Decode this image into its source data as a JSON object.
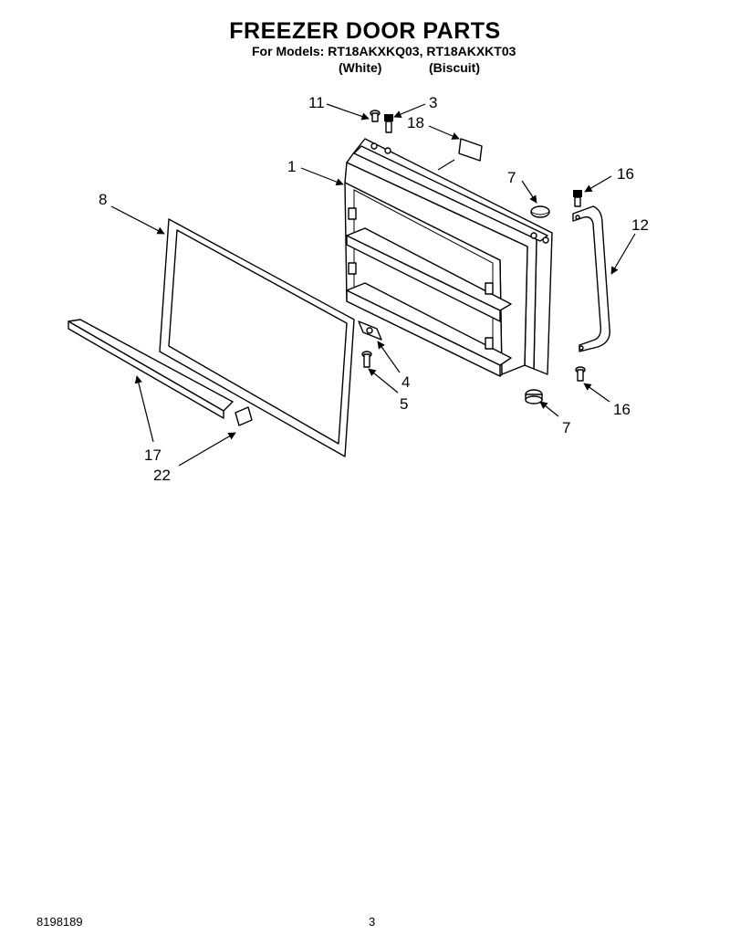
{
  "header": {
    "title": "FREEZER DOOR PARTS",
    "models_line": "For Models: RT18AKXKQ03, RT18AKXKT03",
    "variant_white": "(White)",
    "variant_biscuit": "(Biscuit)"
  },
  "callouts": {
    "c11": "11",
    "c3": "3",
    "c18": "18",
    "c1": "1",
    "c7_top": "7",
    "c16_top": "16",
    "c8": "8",
    "c12": "12",
    "c4": "4",
    "c5": "5",
    "c7_bottom": "7",
    "c16_bottom": "16",
    "c17": "17",
    "c22": "22"
  },
  "footer": {
    "doc_number": "8198189",
    "page_number": "3"
  }
}
